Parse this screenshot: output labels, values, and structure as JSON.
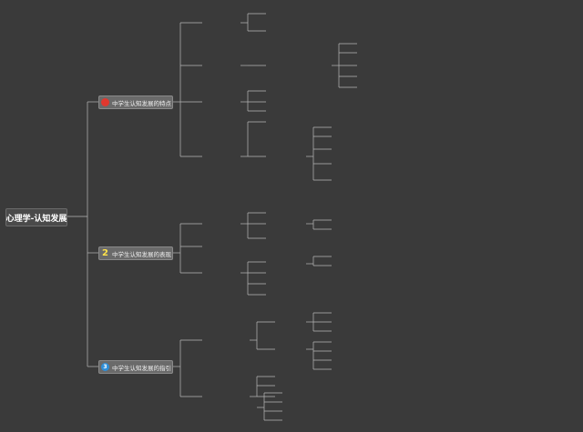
{
  "root": {
    "label": "心理学-认知发展"
  },
  "branches": [
    {
      "number": "1",
      "label": "中学生认知发展的特点",
      "color": "#e0382f"
    },
    {
      "number": "2",
      "label": "中学生认知发展的表现",
      "color": "#ffe24a"
    },
    {
      "number": "3",
      "label": "中学生认知发展的指引",
      "color": "#2f8fd8"
    }
  ]
}
